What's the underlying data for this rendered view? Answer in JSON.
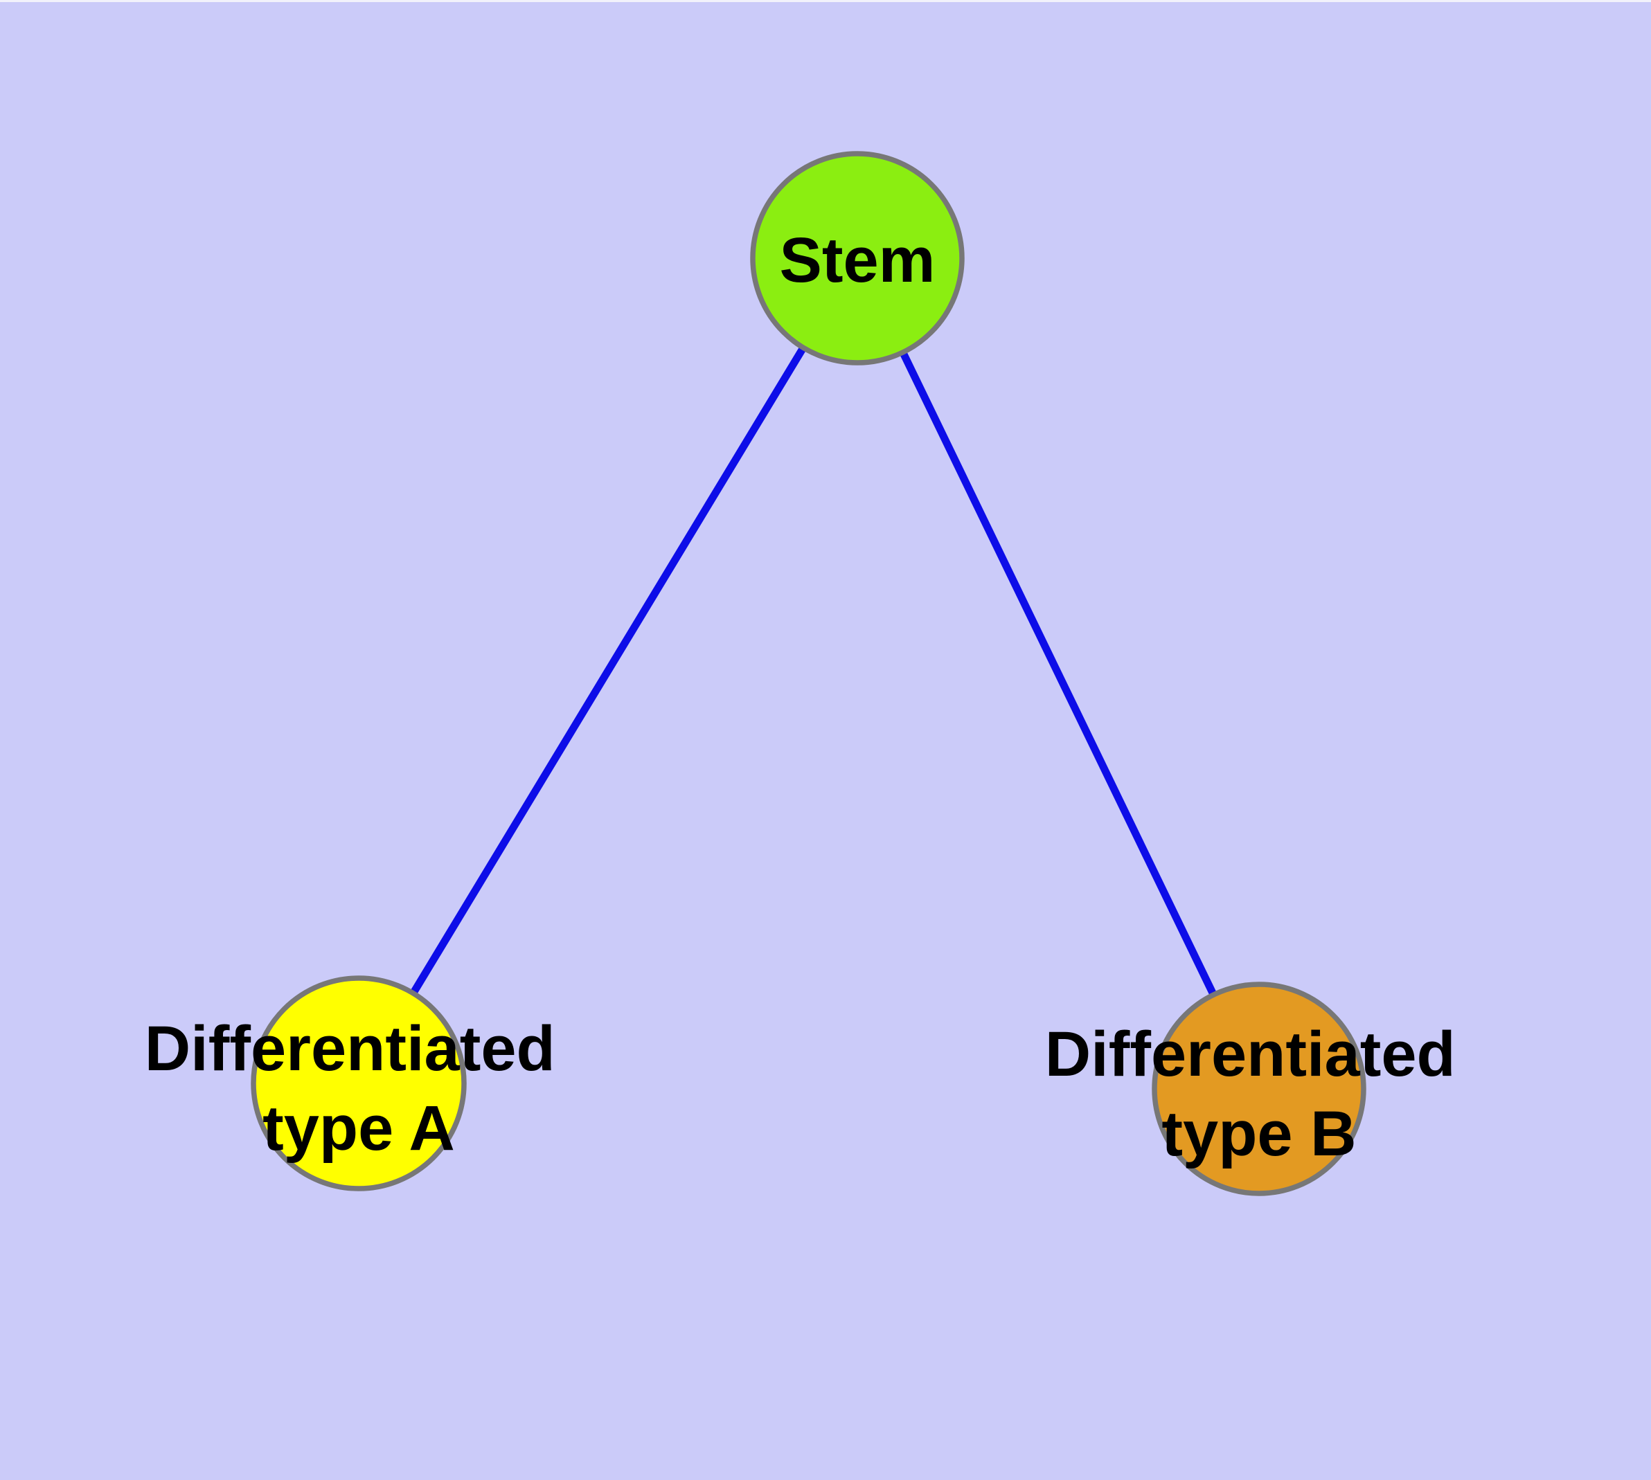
{
  "canvas": {
    "background": "#cbcbf9",
    "top_edge_highlight": "#f2f2fb"
  },
  "diagram": {
    "type": "node-link-graph",
    "colors": {
      "edge": "#0d0de8",
      "node_border": "#777777",
      "label": "#000000"
    },
    "nodes": {
      "stem": {
        "lines": [
          "Stem"
        ],
        "fill": "#8bee11"
      },
      "type_a": {
        "lines": [
          "Differentiated",
          "type A"
        ],
        "fill": "#ffff00"
      },
      "type_b": {
        "lines": [
          "Differentiated",
          "type B"
        ],
        "fill": "#e39a22"
      }
    },
    "edges": [
      {
        "from": "stem",
        "to": "type_a"
      },
      {
        "from": "stem",
        "to": "type_b"
      }
    ]
  }
}
